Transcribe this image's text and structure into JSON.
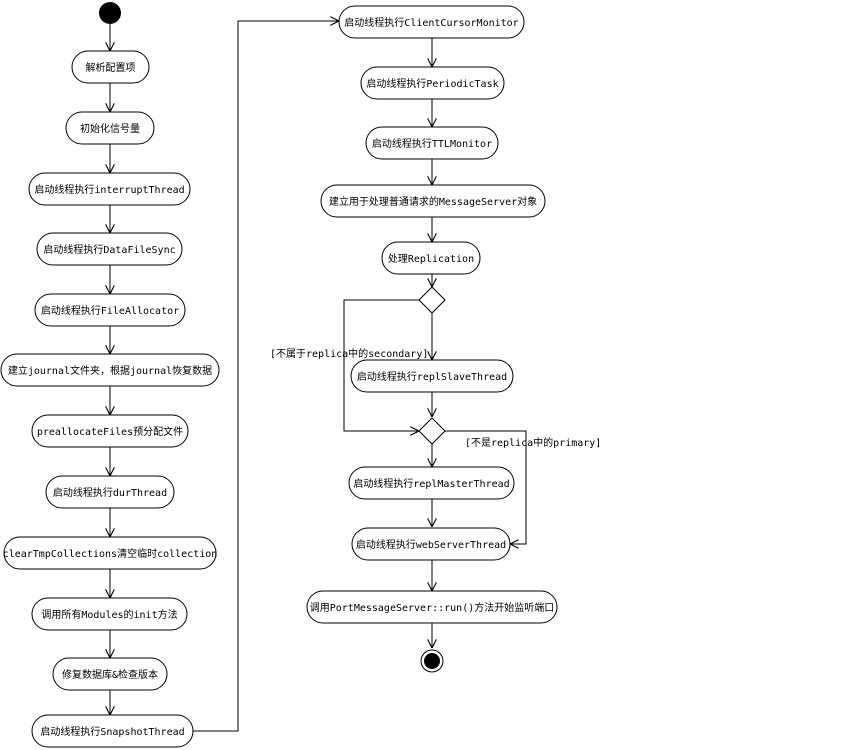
{
  "activities": {
    "a1": "解析配置项",
    "a2": "初始化信号量",
    "a3": "启动线程执行interruptThread",
    "a4": "启动线程执行DataFileSync",
    "a5": "启动线程执行FileAllocator",
    "a6": "建立journal文件夹，根据journal恢复数据",
    "a7": "preallocateFiles预分配文件",
    "a8": "启动线程执行durThread",
    "a9": "clearTmpCollections清空临时collection",
    "a10": "调用所有Modules的init方法",
    "a11": "修复数据库&检查版本",
    "a12": "启动线程执行SnapshotThread",
    "b1": "启动线程执行ClientCursorMonitor",
    "b2": "启动线程执行PeriodicTask",
    "b3": "启动线程执行TTLMonitor",
    "b4": "建立用于处理普通请求的MessageServer对象",
    "b5": "处理Replication",
    "b6": "启动线程执行replSlaveThread",
    "b7": "启动线程执行replMasterThread",
    "b8": "启动线程执行webServerThread",
    "b9": "调用PortMessageServer::run()方法开始监听端口"
  },
  "guards": {
    "not_secondary": "[不属于replica中的secondary]",
    "not_primary": "[不是replica中的primary]"
  }
}
